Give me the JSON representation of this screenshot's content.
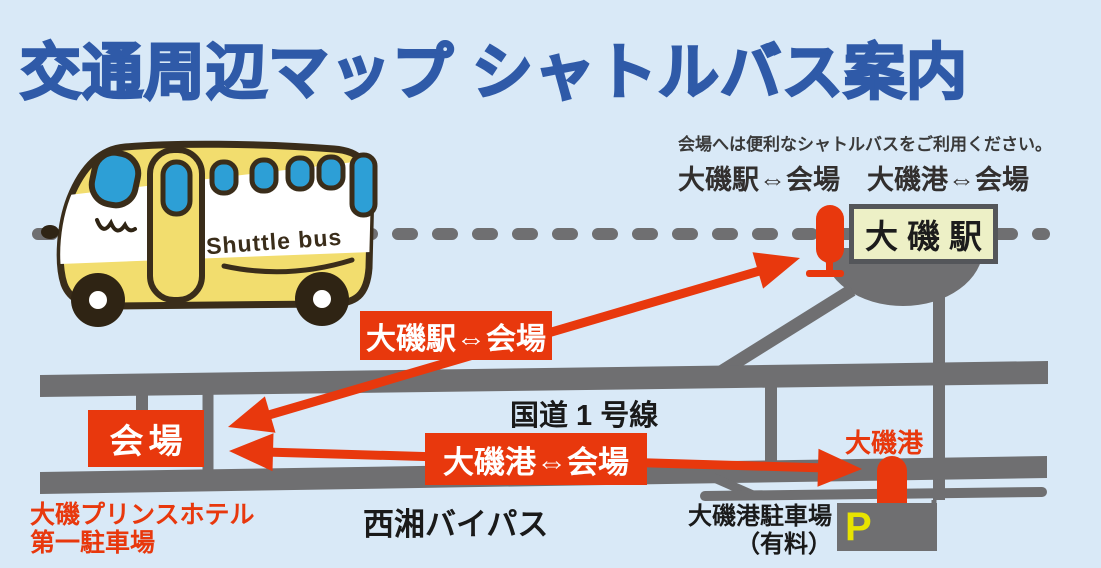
{
  "title": "交通周辺マップ シャトルバス案内",
  "notice": "会場へは便利なシャトルバスをご利用ください。",
  "routes_summary": "大磯駅⇔会場　大磯港⇔会場",
  "bus": {
    "label": "Shuttle bus"
  },
  "station": {
    "name": "大磯駅"
  },
  "venue": {
    "name": "会場"
  },
  "route_labels": {
    "station_route": "大磯駅⇔会場",
    "port_route": "大磯港⇔会場"
  },
  "roads": {
    "route1": "国道 1 号線",
    "bypass": "西湘バイパス"
  },
  "port": {
    "name": "大磯港"
  },
  "port_parking": {
    "line1": "大磯港駐車場",
    "line2": "（有料）",
    "p_sign": "P"
  },
  "hotel_parking": {
    "line1": "大磯プリンスホテル",
    "line2": "第一駐車場"
  },
  "colors": {
    "background": "#d9e9f7",
    "title_blue": "#2f5aa8",
    "accent_red": "#e8380d",
    "road_gray": "#6f6f71",
    "station_fill": "#edf0c6",
    "bus_yellow": "#f2dd6e",
    "window_blue": "#2d9fd6",
    "p_yellow": "#e8e400"
  }
}
